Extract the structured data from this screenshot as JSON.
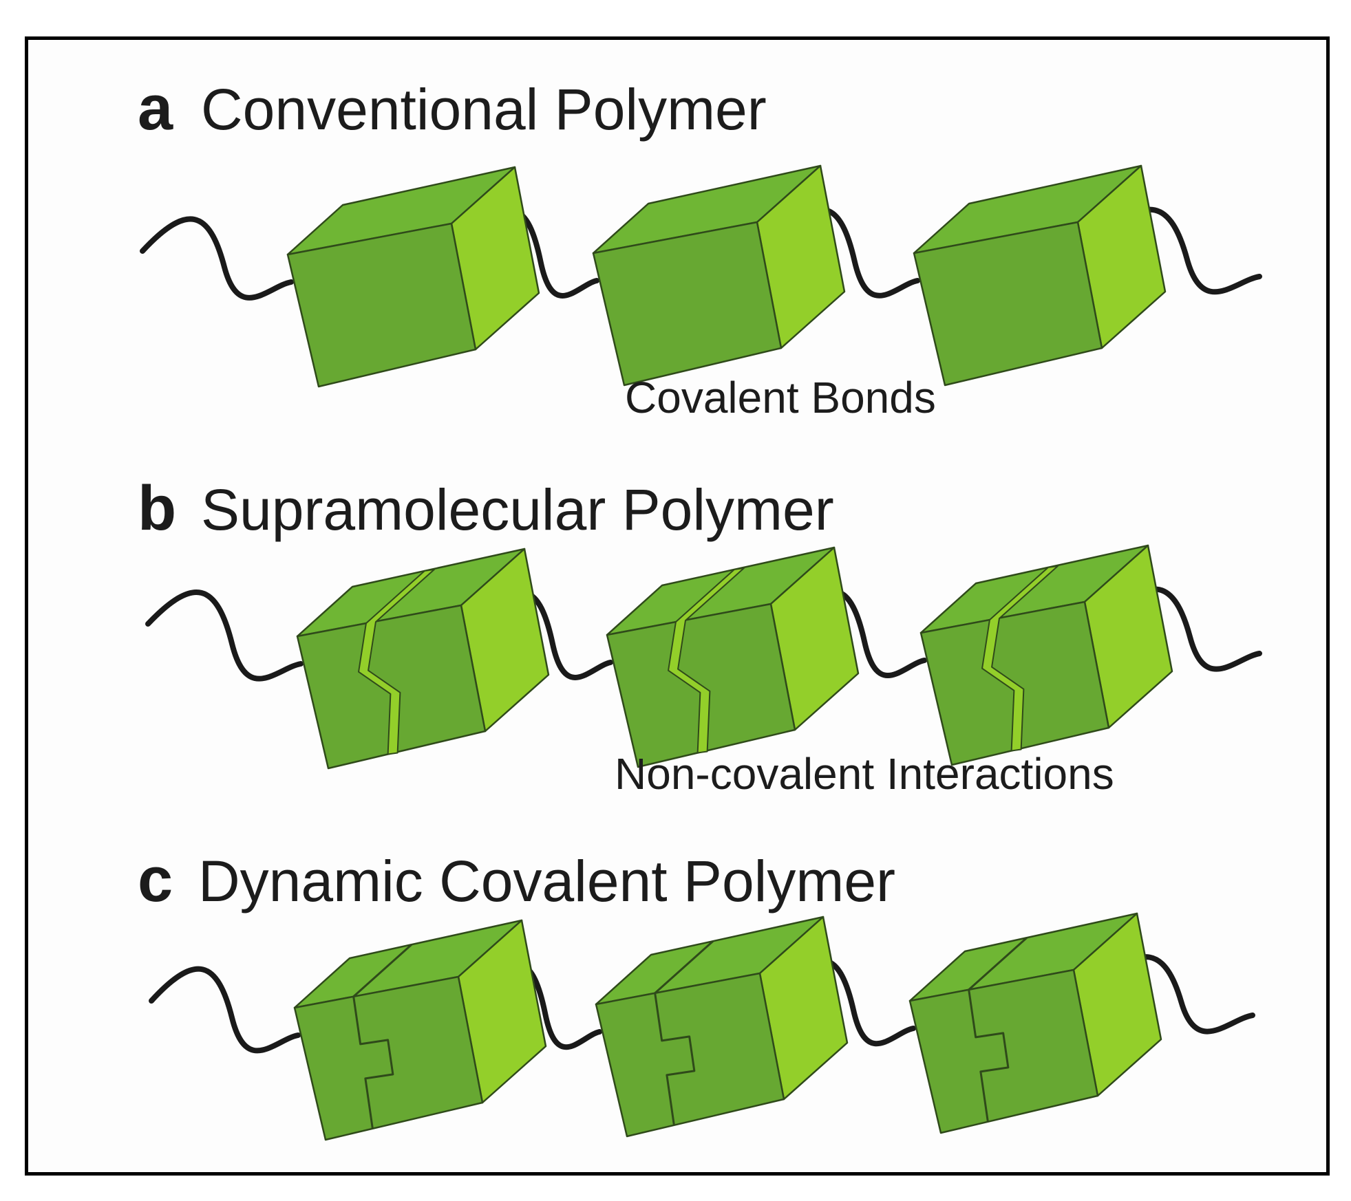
{
  "figure": {
    "colors": {
      "cube_front": "#67a832",
      "cube_top": "#6fb634",
      "cube_side": "#93cf2a",
      "chain": "#1a1a1a",
      "frame": "#000000",
      "background": "#fdfdfd"
    },
    "panels": [
      {
        "letter": "a",
        "title": "Conventional  Polymer",
        "bond_label": "Covalent Bonds",
        "monomer_style": "solid",
        "monomer_count": 3
      },
      {
        "letter": "b",
        "title": "Supramolecular  Polymer",
        "bond_label": "Non-covalent Interactions",
        "monomer_style": "zigzag-split",
        "monomer_count": 3
      },
      {
        "letter": "c",
        "title": "Dynamic Covalent Polymer",
        "bond_label": "",
        "monomer_style": "puzzle-split",
        "monomer_count": 3
      }
    ]
  }
}
